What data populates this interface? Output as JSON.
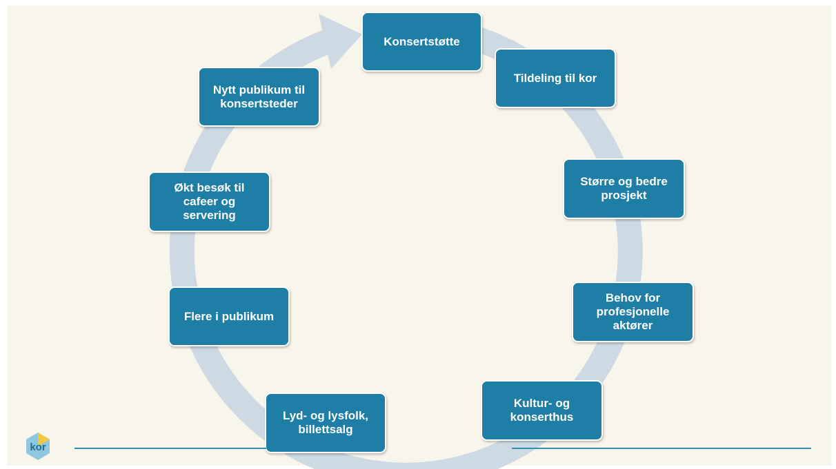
{
  "diagram": {
    "type": "cycle",
    "colors": {
      "node_fill": "#1e7ea6",
      "ring": "#cdd9e3",
      "background": "#f8f5ec",
      "footer_line": "#2f8fb3"
    },
    "nodes": [
      {
        "id": "konsertstotte",
        "label": "Konsertstøtte"
      },
      {
        "id": "tildeling",
        "label": "Tildeling til kor"
      },
      {
        "id": "storre",
        "label": "Større og bedre\nprosjekt"
      },
      {
        "id": "behov",
        "label": "Behov for\nprofesjonelle\naktører"
      },
      {
        "id": "kultur",
        "label": "Kultur- og\nkonserthus"
      },
      {
        "id": "lyd",
        "label": "Lyd- og lysfolk,\nbillettsalg"
      },
      {
        "id": "flere",
        "label": "Flere i publikum"
      },
      {
        "id": "okt",
        "label": "Økt besøk til\ncafeer og\nservering"
      },
      {
        "id": "nytt",
        "label": "Nytt publikum til\nkonsertsteder"
      }
    ]
  },
  "logo": {
    "text": "kor",
    "icon": "kor-logo-icon"
  }
}
